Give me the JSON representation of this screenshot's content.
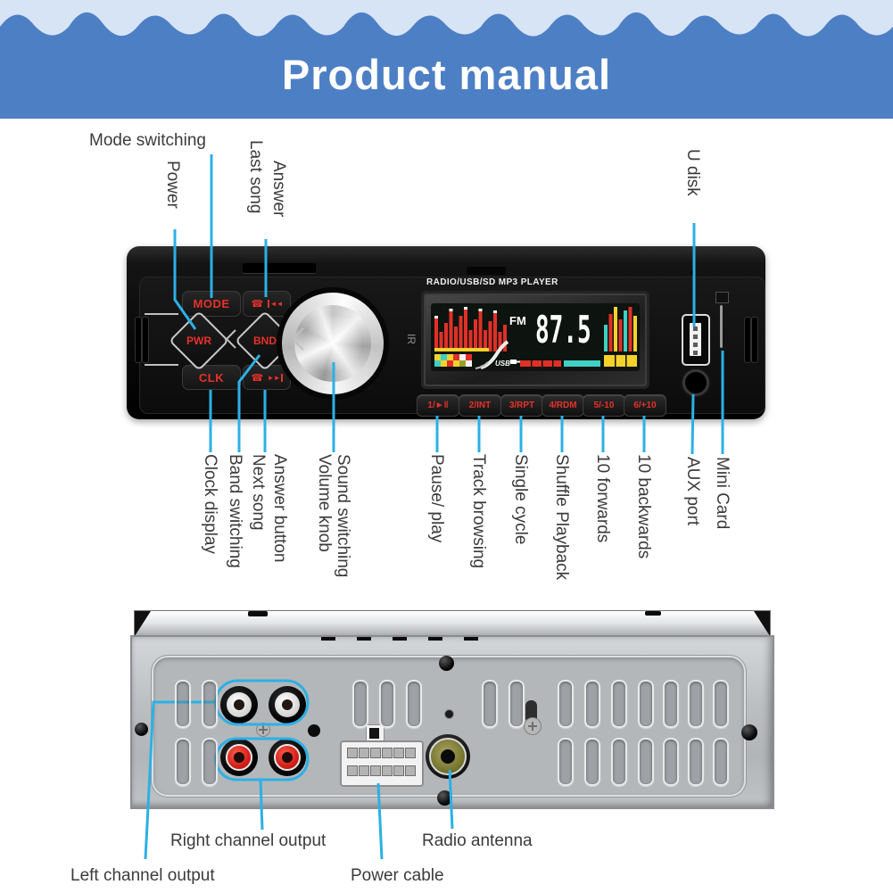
{
  "header": {
    "title": "Product manual"
  },
  "front": {
    "brand_text": "RADIO/USB/SD MP3 PLAYER",
    "band": "FM",
    "frequency": "87.5",
    "usb_tag": "USB",
    "ir": "IR",
    "buttons": {
      "mode": "MODE",
      "pwr": "PWR",
      "bnd": "BND",
      "clk": "CLK",
      "phone": "☎",
      "prev": "◄◄",
      "next": "►►"
    },
    "presets": [
      "1/►‖",
      "2/INT",
      "3/RPT",
      "4/RDM",
      "5/-10",
      "6/+10"
    ]
  },
  "callouts": {
    "top": [
      "Mode switching",
      "Power",
      "Last song",
      "Answer",
      "U disk"
    ],
    "front_bottom_left": [
      "Clock display",
      "Band switching",
      "Next song",
      "Answer button",
      "Volume knob",
      "Sound switching"
    ],
    "front_bottom_right": [
      "Pause/ play",
      "Track browsing",
      "Single cycle",
      "Shuffle Playback",
      "10 forwards",
      "10 backwards",
      "AUX port",
      "Mini Card"
    ],
    "rear": [
      "Right channel output",
      "Left channel output",
      "Radio antenna",
      "Power cable"
    ]
  },
  "colors": {
    "callout_line": "#2cb0e5",
    "header_blue": "#4d7fc5",
    "header_light": "#d7e4f5",
    "button_red": "#e8312a",
    "lcd_red": "#e03028",
    "lcd_yellow": "#f5d22b",
    "lcd_cyan": "#3ed0c4"
  }
}
